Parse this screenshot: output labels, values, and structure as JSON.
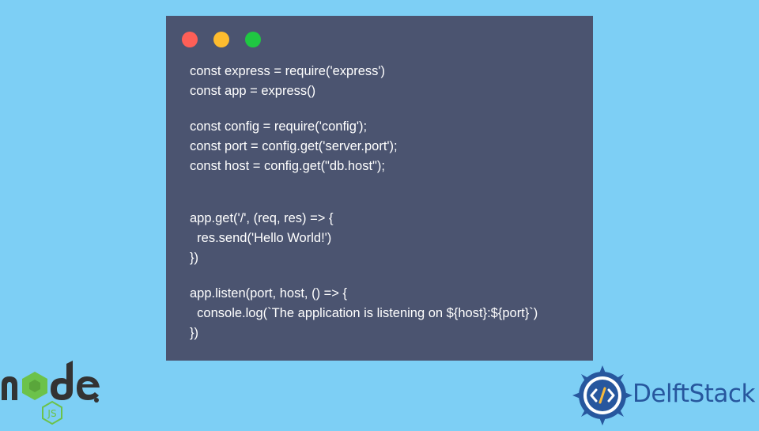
{
  "window": {
    "controls": {
      "close_color": "#fe5f57",
      "minimize_color": "#febc2e",
      "maximize_color": "#1fc742"
    },
    "code_lines": [
      "const express = require('express')",
      "const app = express()",
      "const config = require('config');",
      "const port = config.get('server.port');",
      "const host = config.get(\"db.host\");",
      "app.get('/', (req, res) => {",
      "  res.send('Hello World!')",
      "})",
      "app.listen(port, host, () => {",
      "  console.log(`The application is listening on ${host}:${port}`)",
      "})"
    ]
  },
  "branding": {
    "node_logo_icon": "nodejs-logo-icon",
    "delft_logo_icon": "delftstack-emblem-icon",
    "delft_name": "DelftStack"
  },
  "colors": {
    "background": "#7dcff5",
    "window_bg": "#4b5470",
    "code_text": "#ffffff",
    "node_green": "#6cc24a",
    "node_dark": "#333333",
    "delft_blue": "#27579e"
  }
}
